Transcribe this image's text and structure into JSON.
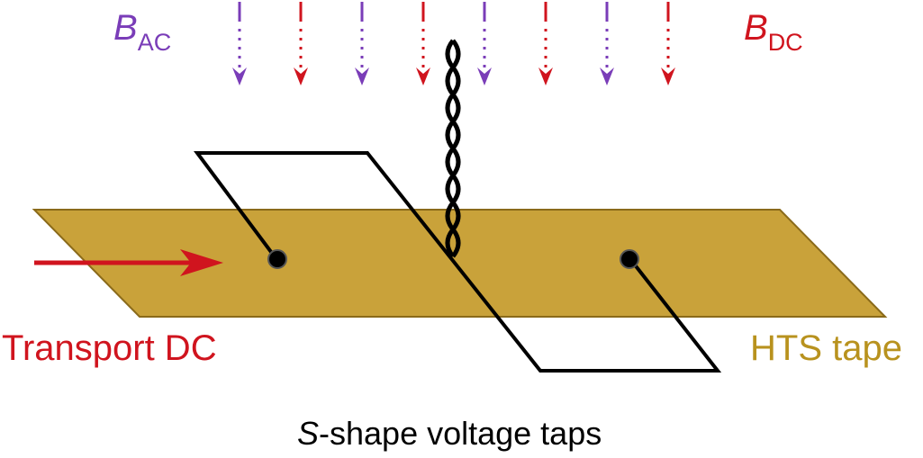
{
  "labels": {
    "b_ac_symbol": "B",
    "b_ac_subscript": "AC",
    "b_dc_symbol": "B",
    "b_dc_subscript": "DC",
    "transport": "Transport DC",
    "tape": "HTS tape",
    "caption_italic": "S",
    "caption_rest": "-shape voltage taps"
  },
  "colors": {
    "ac_field": "#7a3db8",
    "dc_field": "#d0141e",
    "tape_fill": "#c9a23a",
    "tape_stroke": "#8a6a1a",
    "tape_label": "#b8921e",
    "wire": "#000000"
  },
  "field_arrows": [
    "ac",
    "dc",
    "ac",
    "dc",
    "ac",
    "dc",
    "ac",
    "dc"
  ]
}
